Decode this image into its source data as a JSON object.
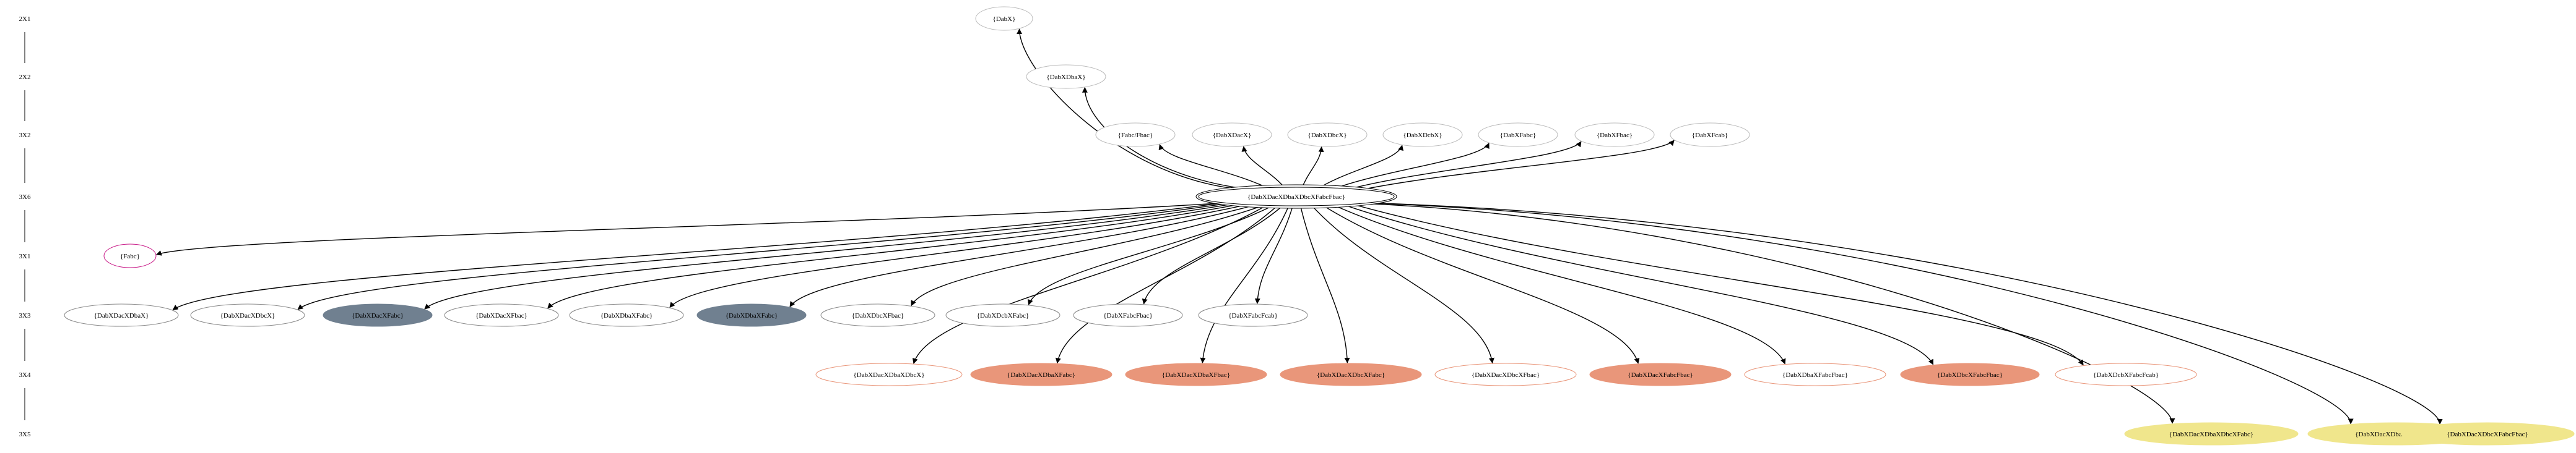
{
  "ranks": [
    {
      "id": "r1",
      "label": "2X1"
    },
    {
      "id": "r2",
      "label": "2X2"
    },
    {
      "id": "r3",
      "label": "3X2"
    },
    {
      "id": "r4",
      "label": "3X6"
    },
    {
      "id": "r5",
      "label": "3X1"
    },
    {
      "id": "r6",
      "label": "3X3"
    },
    {
      "id": "r7",
      "label": "3X4"
    },
    {
      "id": "r8",
      "label": "3X5"
    }
  ],
  "colors": {
    "plain_border": "#8a8a8a",
    "faint_border": "#bbbbbb",
    "slate_fill": "#708090",
    "salmon_fill": "#e9967a",
    "salmon_border": "#e9967a",
    "khaki_fill": "#f0e68c",
    "magenta_border": "#c71585",
    "edge": "#000000"
  },
  "nodes": [
    {
      "id": "n0",
      "label": "{DabX}",
      "style": "faint"
    },
    {
      "id": "n1",
      "label": "{DabXDbaX}",
      "style": "faint"
    },
    {
      "id": "n2",
      "label": "{Fabc/Fbac}",
      "style": "faint"
    },
    {
      "id": "n3",
      "label": "{DabXDacX}",
      "style": "faint"
    },
    {
      "id": "n4",
      "label": "{DabXDbcX}",
      "style": "faint"
    },
    {
      "id": "n5",
      "label": "{DabXDcbX}",
      "style": "faint"
    },
    {
      "id": "n6",
      "label": "{DabXFabc}",
      "style": "faint"
    },
    {
      "id": "n7",
      "label": "{DabXFbac}",
      "style": "faint"
    },
    {
      "id": "n8",
      "label": "{DabXFcab}",
      "style": "faint"
    },
    {
      "id": "root",
      "label": "{DabXDacXDbaXDbcXFabcFbac}",
      "style": "double"
    },
    {
      "id": "n9",
      "label": "{Fabc}",
      "style": "magenta"
    },
    {
      "id": "c1",
      "label": "{DabXDacXDbaX}",
      "style": "plain"
    },
    {
      "id": "c2",
      "label": "{DabXDacXDbcX}",
      "style": "plain"
    },
    {
      "id": "c3",
      "label": "{DabXDacXFabc}",
      "style": "slate"
    },
    {
      "id": "c4",
      "label": "{DabXDacXFbac}",
      "style": "plain"
    },
    {
      "id": "c5",
      "label": "{DabXDbaXFabc}",
      "style": "plain"
    },
    {
      "id": "c6",
      "label": "{DabXDbaXFabc}",
      "style": "slate"
    },
    {
      "id": "c7",
      "label": "{DabXDbcXFbac}",
      "style": "plain"
    },
    {
      "id": "c8",
      "label": "{DabXDcbXFabc}",
      "style": "plain"
    },
    {
      "id": "c9",
      "label": "{DabXFabcFbac}",
      "style": "plain"
    },
    {
      "id": "c10",
      "label": "{DabXFabcFcab}",
      "style": "plain"
    },
    {
      "id": "d1",
      "label": "{DabXDacXDbaXDbcX}",
      "style": "salmon_outline"
    },
    {
      "id": "d2",
      "label": "{DabXDacXDbaXFabc}",
      "style": "salmon"
    },
    {
      "id": "d3",
      "label": "{DabXDacXDbaXFbac}",
      "style": "salmon"
    },
    {
      "id": "d4",
      "label": "{DabXDacXDbcXFabc}",
      "style": "salmon"
    },
    {
      "id": "d5",
      "label": "{DabXDacXDbcXFbac}",
      "style": "salmon_outline"
    },
    {
      "id": "d6",
      "label": "{DabXDacXFabcFbac}",
      "style": "salmon"
    },
    {
      "id": "d7",
      "label": "{DabXDbaXFabcFbac}",
      "style": "salmon_outline"
    },
    {
      "id": "d8",
      "label": "{DabXDbcXFabcFbac}",
      "style": "salmon"
    },
    {
      "id": "d9",
      "label": "{DabXDcbXFabcFcab}",
      "style": "salmon_outline"
    },
    {
      "id": "e1",
      "label": "{DabXDacXDbaXDbcXFabc}",
      "style": "khaki"
    },
    {
      "id": "e2",
      "label": "{DabXDacXDbaXFabcFbac}",
      "style": "khaki"
    },
    {
      "id": "e3",
      "label": "{DabXDacXDbcXFabcFbac}",
      "style": "khaki"
    }
  ],
  "edges": [
    {
      "from": "root",
      "to": "n0"
    },
    {
      "from": "root",
      "to": "n1"
    },
    {
      "from": "root",
      "to": "n2"
    },
    {
      "from": "root",
      "to": "n3"
    },
    {
      "from": "root",
      "to": "n4"
    },
    {
      "from": "root",
      "to": "n5"
    },
    {
      "from": "root",
      "to": "n6"
    },
    {
      "from": "root",
      "to": "n7"
    },
    {
      "from": "root",
      "to": "n8"
    },
    {
      "from": "root",
      "to": "n9"
    },
    {
      "from": "root",
      "to": "c1"
    },
    {
      "from": "root",
      "to": "c2"
    },
    {
      "from": "root",
      "to": "c3"
    },
    {
      "from": "root",
      "to": "c4"
    },
    {
      "from": "root",
      "to": "c5"
    },
    {
      "from": "root",
      "to": "c6"
    },
    {
      "from": "root",
      "to": "c7"
    },
    {
      "from": "root",
      "to": "c8"
    },
    {
      "from": "root",
      "to": "c9"
    },
    {
      "from": "root",
      "to": "c10"
    },
    {
      "from": "root",
      "to": "d1"
    },
    {
      "from": "root",
      "to": "d2"
    },
    {
      "from": "root",
      "to": "d3"
    },
    {
      "from": "root",
      "to": "d4"
    },
    {
      "from": "root",
      "to": "d5"
    },
    {
      "from": "root",
      "to": "d6"
    },
    {
      "from": "root",
      "to": "d7"
    },
    {
      "from": "root",
      "to": "d8"
    },
    {
      "from": "root",
      "to": "d9"
    },
    {
      "from": "root",
      "to": "e1"
    },
    {
      "from": "root",
      "to": "e2"
    },
    {
      "from": "root",
      "to": "e3"
    }
  ]
}
